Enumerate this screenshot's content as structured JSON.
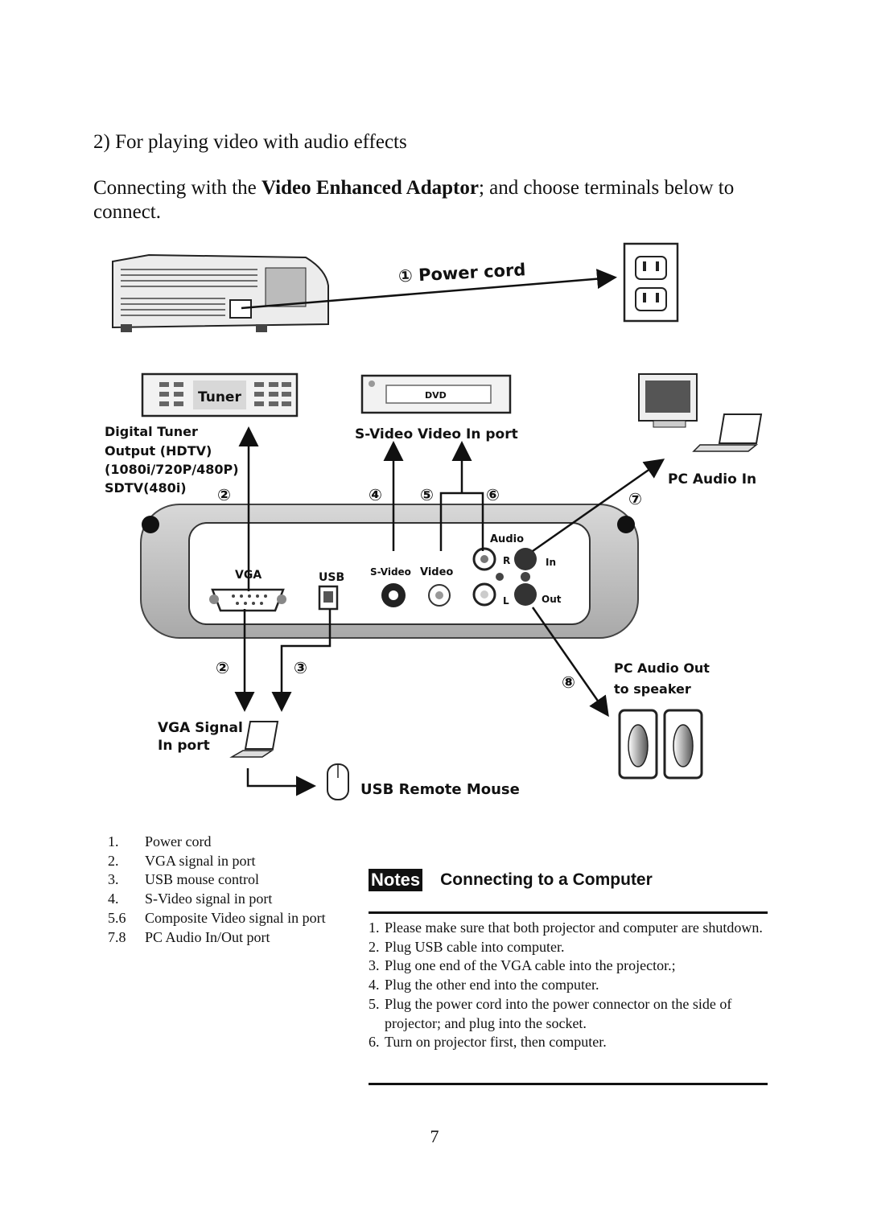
{
  "heading": "2) For playing video with audio effects",
  "intro": {
    "prefix": "Connecting with the ",
    "bold": "Video Enhanced Adaptor",
    "suffix": "; and choose terminals below to connect."
  },
  "diagram": {
    "power_cord": "① Power cord",
    "tuner": "Tuner",
    "dvd": "DVD",
    "tuner_output": [
      "Digital Tuner",
      "Output (HDTV)",
      "(1080i/720P/480P)",
      "SDTV(480i)"
    ],
    "svideo_video_in": "S-Video  Video In port",
    "pc_audio_in": "PC Audio In",
    "audio": "Audio",
    "r": "R",
    "in": "In",
    "l": "L",
    "out": "Out",
    "vga": "VGA",
    "usb": "USB",
    "svideo": "S-Video",
    "video": "Video",
    "pc_audio_out": [
      "PC Audio Out",
      "to speaker"
    ],
    "vga_signal": [
      "VGA Signal",
      "In port"
    ],
    "usb_remote_mouse": "USB Remote Mouse",
    "markers": {
      "m2a": "②",
      "m4": "④",
      "m5": "⑤",
      "m6": "⑥",
      "m7": "⑦",
      "m2b": "②",
      "m3": "③",
      "m8": "⑧"
    }
  },
  "legend": [
    {
      "num": "1.",
      "text": "Power cord"
    },
    {
      "num": "2.",
      "text": "VGA signal in port"
    },
    {
      "num": "3.",
      "text": "USB mouse control"
    },
    {
      "num": "4.",
      "text": "S-Video signal in port"
    },
    {
      "num": "5.6",
      "text": "Composite Video signal in port"
    },
    {
      "num": "7.8",
      "text": "PC Audio In/Out port"
    }
  ],
  "notes": {
    "badge": "Notes",
    "title": "Connecting to a Computer",
    "steps": [
      {
        "num": "1.",
        "text": "Please make sure that both projector and computer are shutdown."
      },
      {
        "num": "2.",
        "text": "Plug USB cable into computer."
      },
      {
        "num": "3.",
        "text": "Plug one end of the VGA cable into the projector.;"
      },
      {
        "num": "4.",
        "text": "Plug the other end into the computer."
      },
      {
        "num": "5.",
        "text": "Plug the power cord into the power connector on the side of projector; and plug into the socket."
      },
      {
        "num": "6.",
        "text": "Turn on projector first, then computer."
      }
    ]
  },
  "page_number": "7"
}
